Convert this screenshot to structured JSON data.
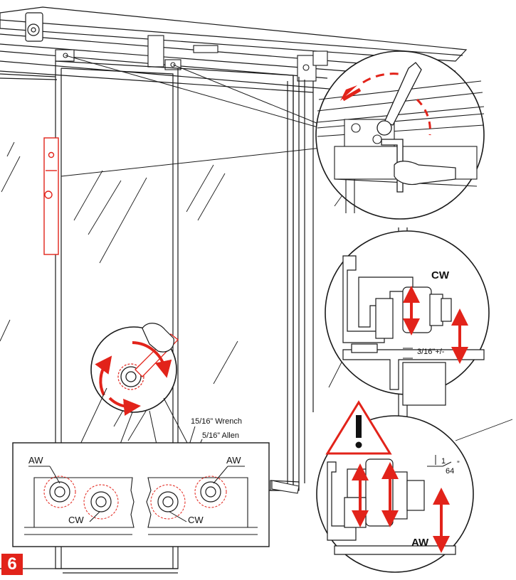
{
  "step": {
    "number": "6"
  },
  "labels": {
    "cw_top": "CW",
    "gap_spec": "3/16\"+/-",
    "fraction_num": "1",
    "fraction_den": "64",
    "fraction_mark": "”",
    "aw_bottom": "AW",
    "wrench": "15/16” Wrench",
    "allen": "5/16” Allen",
    "aw_left": "AW",
    "cw_left": "CW",
    "aw_right": "AW",
    "cw_right": "CW"
  },
  "icons": {
    "warning": "warning-triangle-icon"
  },
  "colors": {
    "accent": "#e2231a",
    "line": "#1a1a1a"
  }
}
